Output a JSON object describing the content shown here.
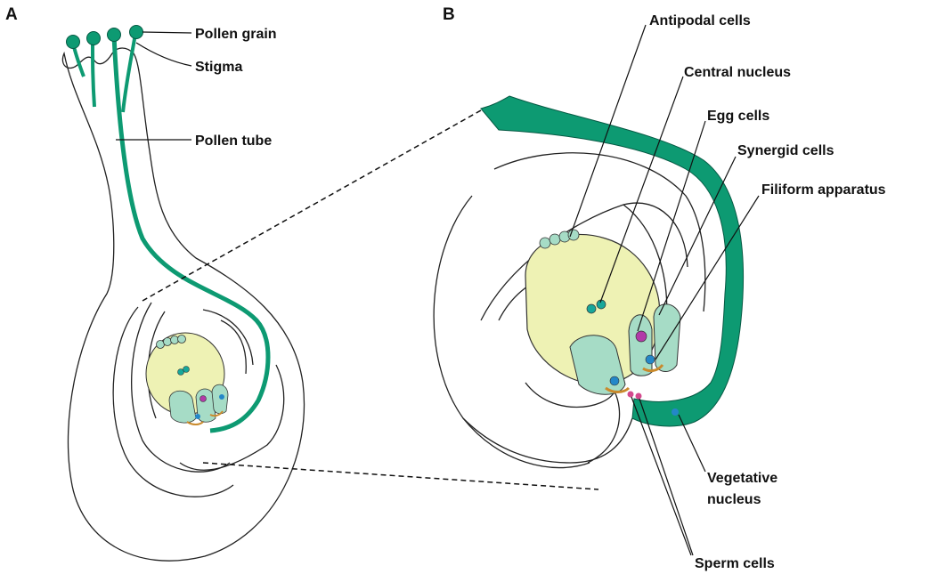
{
  "panels": {
    "a": "A",
    "b": "B"
  },
  "labels": {
    "pollen_grain": "Pollen grain",
    "stigma": "Stigma",
    "pollen_tube": "Pollen tube",
    "antipodal_cells": "Antipodal cells",
    "central_nucleus": "Central nucleus",
    "egg_cells": "Egg cells",
    "synergid_cells": "Synergid cells",
    "filiform_apparatus": "Filiform apparatus",
    "vegetative_nucleus_line1": "Vegetative",
    "vegetative_nucleus_line2": "nucleus",
    "sperm_cells": "Sperm cells"
  },
  "colors": {
    "pollen": "#0d9a72",
    "sac": "#eef2b4",
    "cell": "#a6dcc6",
    "nucleus_teal": "#17a79a",
    "nucleus_blue": "#2487c8",
    "egg_nucleus": "#b23aa8",
    "filiform": "#c98a2c"
  }
}
